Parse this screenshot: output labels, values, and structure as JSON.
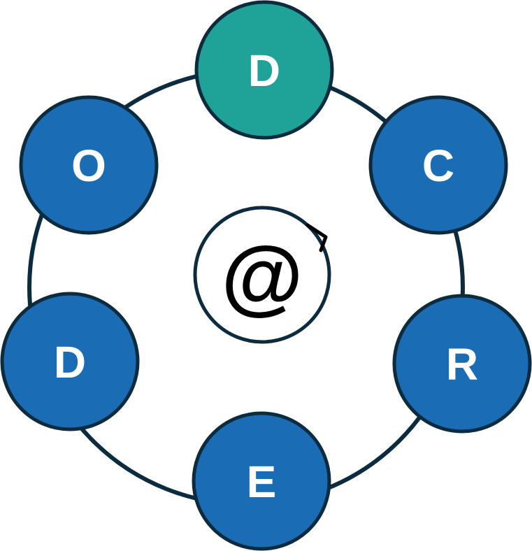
{
  "diagram": {
    "center": {
      "symbol": "@",
      "icon": "cycle-arrow-icon"
    },
    "nodes": [
      {
        "letter": "D",
        "color": "#1fa398"
      },
      {
        "letter": "C",
        "color": "#1a6db5"
      },
      {
        "letter": "R",
        "color": "#1a6db5"
      },
      {
        "letter": "E",
        "color": "#1a6db5"
      },
      {
        "letter": "D",
        "color": "#1a6db5"
      },
      {
        "letter": "O",
        "color": "#1a6db5"
      }
    ],
    "colors": {
      "outline": "#0d2b3e",
      "highlight": "#1fa398",
      "node": "#1a6db5",
      "background": "#ffffff"
    }
  }
}
